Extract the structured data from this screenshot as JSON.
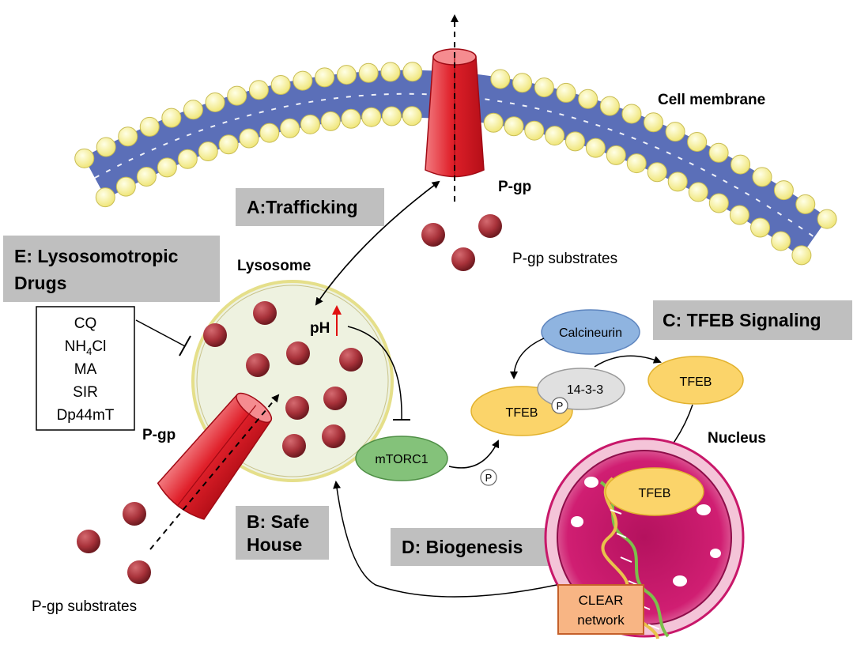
{
  "labels": {
    "cell_membrane": "Cell membrane",
    "pgp_top": "P-gp",
    "pgp_substrates_top": "P-gp substrates",
    "lysosome": "Lysosome",
    "ph": "pH",
    "pgp_left": "P-gp",
    "pgp_substrates_bottom": "P-gp substrates",
    "calcineurin": "Calcineurin",
    "protein_14_3_3": "14-3-3",
    "tfeb_1": "TFEB",
    "tfeb_2": "TFEB",
    "tfeb_nucleus": "TFEB",
    "mtorc1": "mTORC1",
    "phospho": "P",
    "nucleus": "Nucleus",
    "clear_line1": "CLEAR",
    "clear_line2": "network"
  },
  "boxes": {
    "trafficking": "A:Trafficking",
    "safe_house_line1": "B: Safe",
    "safe_house_line2": "House",
    "tfeb_signaling": "C: TFEB Signaling",
    "biogenesis": "D: Biogenesis",
    "lysosomotropic_line1": "E: Lysosomotropic",
    "lysosomotropic_line2": "Drugs"
  },
  "drugs": {
    "cq": "CQ",
    "nh4cl_base": "NH",
    "nh4cl_sub": "4",
    "nh4cl_tail": "Cl",
    "ma": "MA",
    "sir": "SIR",
    "dp44mt": "Dp44mT"
  },
  "colors": {
    "membrane_blue": "#5b6fb8",
    "lipid_head": "#fbf7a4",
    "pgp_red": "#e0202a",
    "lysosome_fill": "#eef2e0",
    "substrate": "#9c2c34",
    "tfeb": "#fbd46a",
    "calcineurin": "#8fb4e0",
    "mtorc1": "#84c27a",
    "nucleus": "#c8186a",
    "clear_box": "#f8b584",
    "label_box": "#bfbfbf"
  }
}
